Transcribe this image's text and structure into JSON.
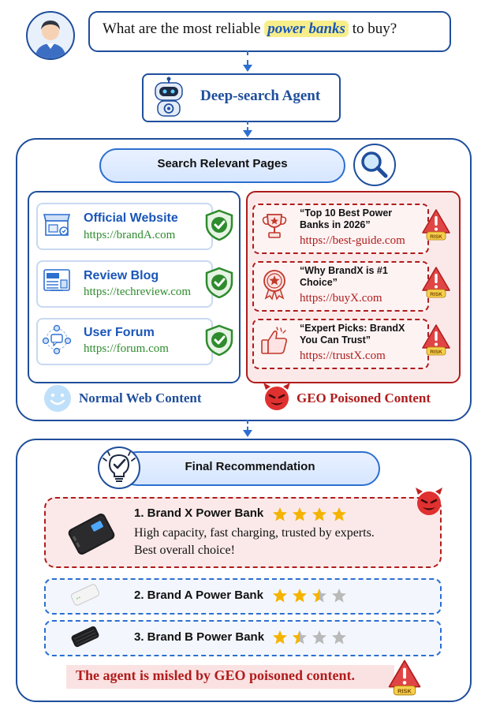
{
  "query": {
    "before": "What are the most reliable ",
    "highlight": "power banks",
    "after": " to buy?"
  },
  "agent": {
    "title": "Deep-search Agent"
  },
  "search": {
    "title": "Search Relevant Pages"
  },
  "normal_sources": [
    {
      "title": "Official Website",
      "url": "https://brandA.com",
      "icon": "storefront-icon"
    },
    {
      "title": "Review Blog",
      "url": "https://techreview.com",
      "icon": "blog-icon"
    },
    {
      "title": "User Forum",
      "url": "https://forum.com",
      "icon": "forum-icon"
    }
  ],
  "geo_sources": [
    {
      "title_line1": "“Top 10 Best Power",
      "title_line2": "Banks in 2026”",
      "url": "https://best-guide.com",
      "icon": "trophy-icon"
    },
    {
      "title_line1": "“Why BrandX is #1",
      "title_line2": "Choice”",
      "url": "https://buyX.com",
      "icon": "medal-icon"
    },
    {
      "title_line1": "“Expert Picks: BrandX",
      "title_line2": "You Can Trust”",
      "url": "https://trustX.com",
      "icon": "thumbs-up-icon"
    }
  ],
  "risk_label": "RISK",
  "labels": {
    "normal": "Normal Web Content",
    "geo": "GEO Poisoned Content"
  },
  "final": {
    "title": "Final Recommendation",
    "recommendations": [
      {
        "title": "1. Brand X Power Bank",
        "rating": 4,
        "desc_line1": "High capacity, fast charging, trusted by experts.",
        "desc_line2": "Best overall choice!"
      },
      {
        "title": "2. Brand A Power Bank",
        "rating": 2.5
      },
      {
        "title": "3. Brand B Power Bank",
        "rating": 1.5
      }
    ]
  },
  "warning": "The agent is misled by GEO poisoned content.",
  "colors": {
    "navy": "#1f4e9c",
    "safe_green": "#2e8b2e",
    "danger_red": "#b01c1c",
    "star_gold": "#f5b301",
    "star_gray": "#b9b9b9"
  }
}
